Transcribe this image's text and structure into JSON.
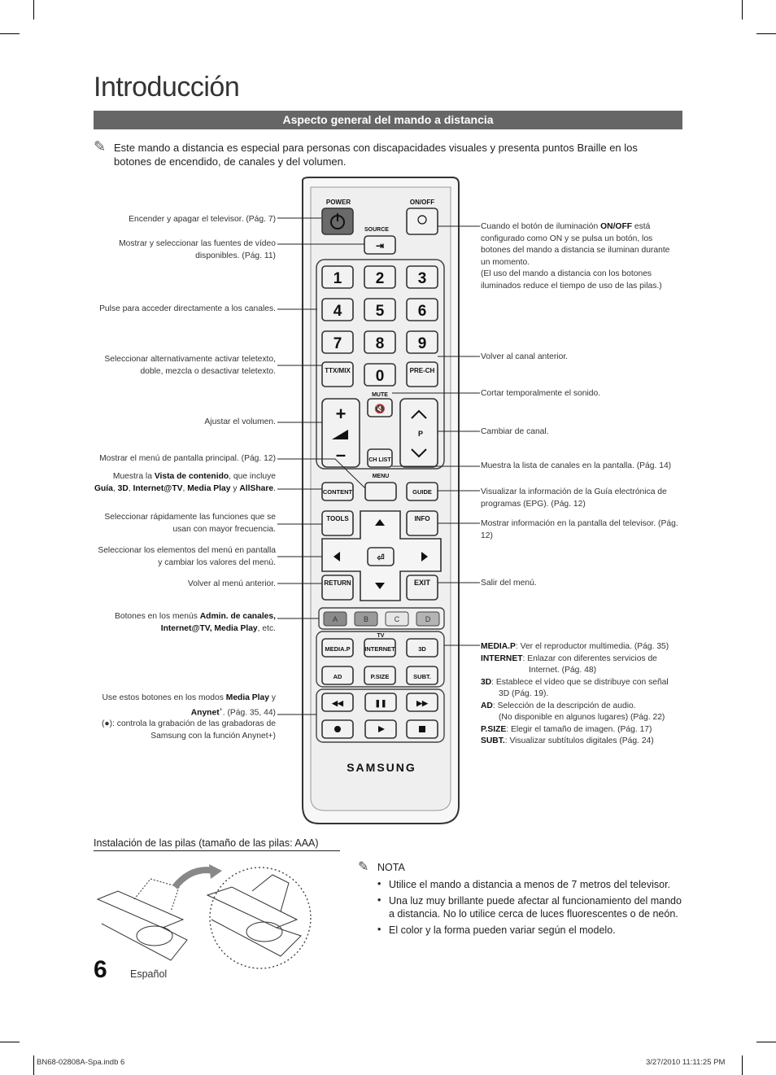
{
  "page": {
    "title": "Introducción",
    "section_header": "Aspecto general del mando a distancia",
    "intro_note": "Este mando a distancia es especial para personas con discapacidades visuales y presenta puntos Braille en los botones de encendido, de canales y del volumen.",
    "note_icon": "pencil-note-icon"
  },
  "left_labels": [
    {
      "text": "Encender y apagar el televisor. (Pág. 7)"
    },
    {
      "text": "Mostrar y seleccionar las fuentes de vídeo disponibles. (Pág. 11)"
    },
    {
      "text": "Pulse para acceder directamente a los canales."
    },
    {
      "text": "Seleccionar alternativamente activar teletexto, doble, mezcla o desactivar teletexto."
    },
    {
      "text": "Ajustar el volumen."
    },
    {
      "text": "Mostrar el menú de pantalla principal. (Pág. 12)"
    },
    {
      "pre": "Muestra la ",
      "b1": "Vista de contenido",
      "mid1": ", que incluye ",
      "b2": "Guía",
      "c1": ", ",
      "b3": "3D",
      "c2": ", ",
      "b4": "Internet@TV",
      "c3": ", ",
      "b5": "Media Play",
      "mid2": " y ",
      "b6": "AllShare",
      "post": "."
    },
    {
      "text": "Seleccionar rápidamente las funciones que se usan con mayor frecuencia."
    },
    {
      "text": "Seleccionar los elementos del menú en pantalla y cambiar los valores del menú."
    },
    {
      "text": "Volver al menú anterior."
    },
    {
      "pre": "Botones en los menús ",
      "b1": "Admin. de canales, Internet@TV, Media Play",
      "post": ", etc."
    },
    {
      "pre": "Use estos botones en los modos ",
      "b1": "Media Play",
      "mid": " y ",
      "b2": "Anynet",
      "sup": "+",
      "post": ". (Pág. 35, 44)",
      "line3": "(●): controla la grabación de las grabadoras de Samsung con la función Anynet+)"
    }
  ],
  "right_labels": [
    {
      "pre": "Cuando el botón de iluminación ",
      "b1": "ON/OFF",
      "post": " está configurado como ON y se pulsa un botón, los botones del mando a distancia se iluminan durante un momento.",
      "extra": "(El uso del mando a distancia con los botones iluminados reduce el tiempo de uso de las pilas.)"
    },
    {
      "text": "Volver al canal anterior."
    },
    {
      "text": "Cortar temporalmente el sonido."
    },
    {
      "text": "Cambiar de canal."
    },
    {
      "text": "Muestra la lista de canales en la pantalla. (Pág. 14)"
    },
    {
      "text": "Visualizar la información de la Guía electrónica de programas (EPG). (Pág. 12)"
    },
    {
      "text": "Mostrar información en la pantalla del televisor. (Pág. 12)"
    },
    {
      "text": "Salir del menú."
    }
  ],
  "right_block": [
    {
      "key": "MEDIA.P",
      "desc": ": Ver el reproductor multimedia. (Pág. 35)"
    },
    {
      "key": "INTERNET",
      "desc": ": Enlazar con diferentes servicios de",
      "cont": "Internet. (Pág. 48)"
    },
    {
      "key": "3D",
      "desc": ": Establece el vídeo que se distribuye con señal",
      "cont": "3D (Pág. 19)."
    },
    {
      "key": "AD",
      "desc": ": Selección de la descripción de audio.",
      "cont": "(No disponible en algunos lugares) (Pág. 22)"
    },
    {
      "key": "P.SIZE",
      "desc": ": Elegir el tamaño de imagen. (Pág. 17)"
    },
    {
      "key": "SUBT.",
      "desc": ": Visualizar subtítulos digitales (Pág. 24)"
    }
  ],
  "remote": {
    "power": "POWER",
    "onoff": "ON/OFF",
    "source": "SOURCE",
    "digits": [
      "1",
      "2",
      "3",
      "4",
      "5",
      "6",
      "7",
      "8",
      "9",
      "0"
    ],
    "ttx": "TTX/MIX",
    "prech": "PRE-CH",
    "mute": "MUTE",
    "chlist": "CH LIST",
    "menu": "MENU",
    "content": "CONTENT",
    "guide": "GUIDE",
    "tools": "TOOLS",
    "info": "INFO",
    "return": "RETURN",
    "exit": "EXIT",
    "color_keys": [
      "A",
      "B",
      "C",
      "D"
    ],
    "tv_label": "TV",
    "media_keys": [
      "MEDIA.P",
      "INTERNET",
      "3D",
      "AD",
      "P.SIZE",
      "SUBT."
    ],
    "p_label": "P",
    "brand": "SAMSUNG",
    "key_colors": {
      "A": "#8a8a8a",
      "B": "#9a9a9a",
      "C": "#e6e6e6",
      "D": "#b4b4b4"
    }
  },
  "battery": {
    "header": "Instalación de las pilas (tamaño de las pilas: AAA)",
    "nota_title": "NOTA",
    "bullets": [
      "Utilice el mando a distancia a menos de 7 metros del televisor.",
      "Una luz muy brillante puede afectar al funcionamiento del mando a distancia. No lo utilice cerca de luces fluorescentes o de neón.",
      "El color y la forma pueden variar según el modelo."
    ]
  },
  "footer": {
    "page_number": "6",
    "language": "Español",
    "file": "BN68-02808A-Spa.indb   6",
    "timestamp": "3/27/2010   11:11:25 PM"
  }
}
